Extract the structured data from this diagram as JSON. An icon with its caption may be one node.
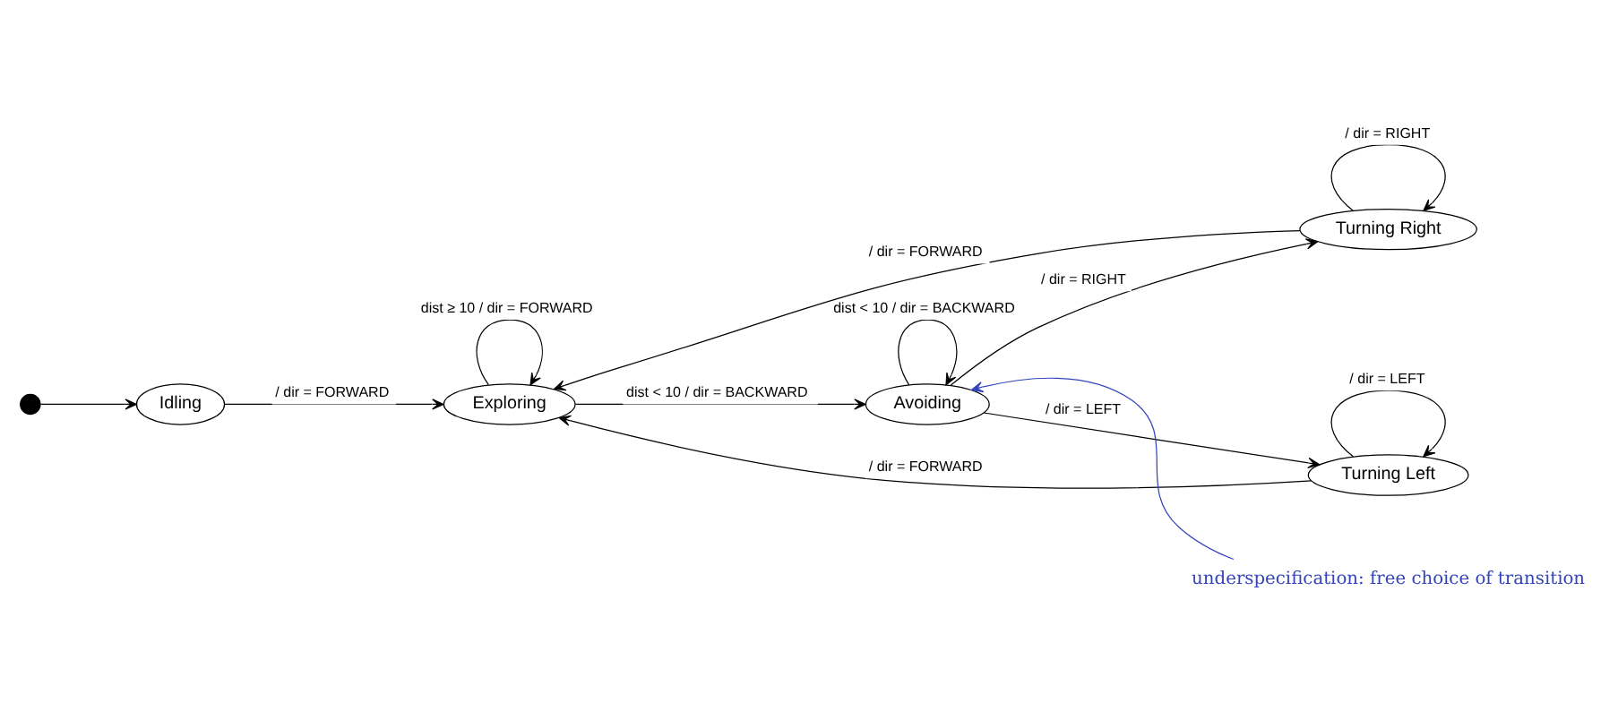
{
  "diagram": {
    "nodes": [
      {
        "text": [],
        "shape": "circle"
      },
      {
        "text": [
          "Idling"
        ]
      },
      {
        "text": [
          "Exploring"
        ]
      },
      {
        "text": [
          "Avoiding"
        ]
      },
      {
        "text": [
          "Turning Left"
        ]
      },
      {
        "text": [
          "Turning Right"
        ]
      },
      {
        "text": [
          "underspecification: free choice of transition"
        ]
      }
    ],
    "edges": [
      {
        "from": 0,
        "to": 1,
        "arrow": "to"
      },
      {
        "from": 1,
        "to": 2,
        "arrow": "to",
        "label": "/ dir = FORWARD"
      },
      {
        "from": 2,
        "to": 2,
        "arrow": "to",
        "label": "dist ≥ 10 / dir = FORWARD"
      },
      {
        "from": 2,
        "to": 3,
        "arrow": "to",
        "label": "dist < 10 / dir = BACKWARD"
      },
      {
        "from": 3,
        "to": 3,
        "arrow": "to",
        "label": "dist < 10 / dir = BACKWARD"
      },
      {
        "from": 3,
        "to": 4,
        "arrow": "to",
        "label": "/ dir = LEFT"
      },
      {
        "from": 3,
        "to": 5,
        "arrow": "to",
        "label": "/ dir = RIGHT"
      },
      {
        "from": 4,
        "to": 2,
        "arrow": "to",
        "label": "/ dir = FORWARD"
      },
      {
        "from": 4,
        "to": 4,
        "arrow": "to",
        "label": "/ dir = LEFT"
      },
      {
        "from": 5,
        "to": 5,
        "arrow": "to",
        "label": "/ dir = RIGHT"
      },
      {
        "from": 5,
        "to": 2,
        "arrow": "to",
        "label": "/ dir = FORWARD"
      },
      {
        "from": 6,
        "to": 3,
        "arrow": "to",
        "color": "#3344bb"
      }
    ]
  }
}
